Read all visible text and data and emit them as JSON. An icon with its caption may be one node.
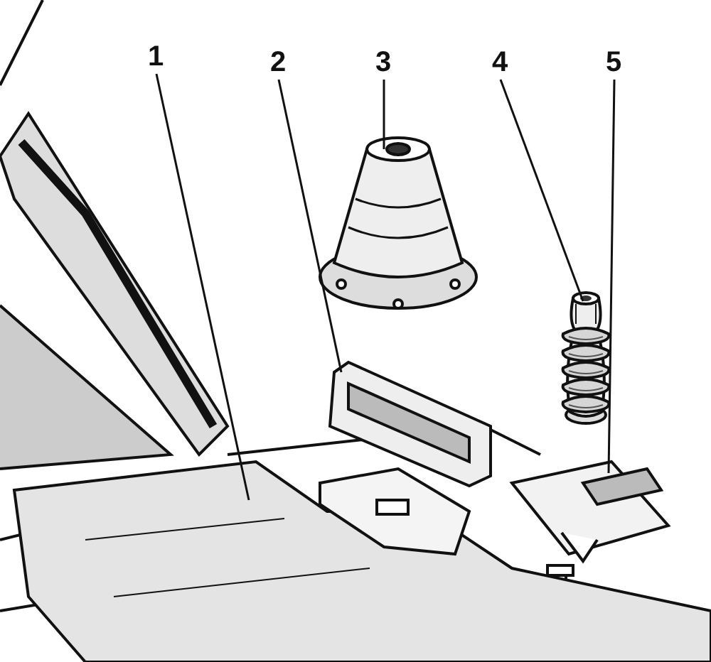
{
  "diagram": {
    "nodes": [
      {
        "text": [
          "1"
        ]
      },
      {
        "text": [
          "2"
        ]
      },
      {
        "text": [
          "3"
        ]
      },
      {
        "text": [
          "4"
        ]
      },
      {
        "text": [
          "5"
        ]
      },
      {
        "text": [],
        "shape": "picture"
      },
      {
        "text": [],
        "shape": "picture"
      },
      {
        "text": [],
        "shape": "picture"
      },
      {
        "text": [],
        "shape": "picture"
      },
      {
        "text": [],
        "shape": "picture"
      }
    ],
    "edges": [
      {
        "from": 0,
        "to": 5,
        "arrow": "none"
      },
      {
        "from": 1,
        "to": 6,
        "arrow": "none"
      },
      {
        "from": 2,
        "to": 7,
        "arrow": "none"
      },
      {
        "from": 3,
        "to": 8,
        "arrow": "none"
      },
      {
        "from": 4,
        "to": 9,
        "arrow": "none"
      }
    ]
  }
}
